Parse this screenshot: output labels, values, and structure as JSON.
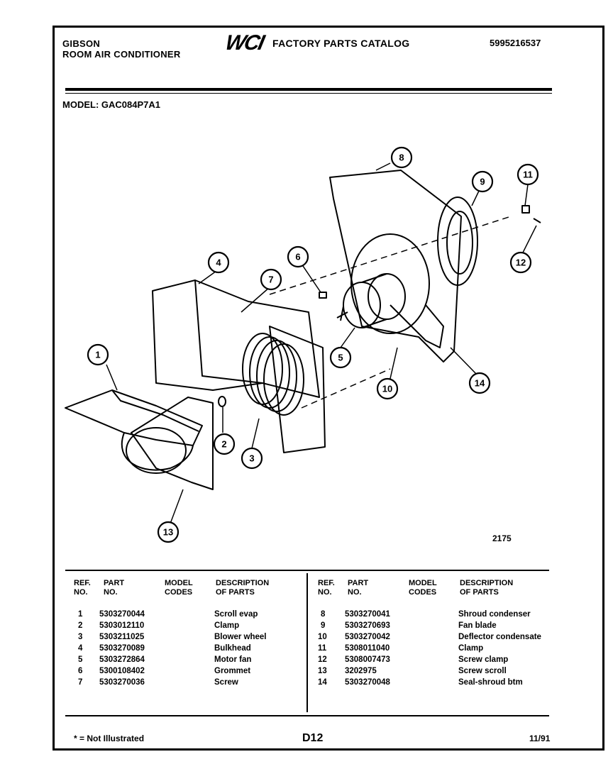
{
  "header": {
    "brand": "GIBSON",
    "product": "ROOM AIR CONDITIONER",
    "logo": "WCI",
    "catalog_title": "FACTORY PARTS CATALOG",
    "catalog_number": "5995216537"
  },
  "model": {
    "label": "MODEL:",
    "value": "GAC084P7A1"
  },
  "figure_number": "2175",
  "callouts": [
    "1",
    "2",
    "3",
    "4",
    "5",
    "6",
    "7",
    "8",
    "9",
    "10",
    "11",
    "12",
    "13",
    "14"
  ],
  "table": {
    "columns": {
      "ref": "REF.\nNO.",
      "part": "PART\nNO.",
      "model_codes": "MODEL\nCODES",
      "description": "DESCRIPTION\nOF PARTS"
    },
    "left": [
      {
        "ref": "1",
        "part": "5303270044",
        "codes": "",
        "desc": "Scroll evap"
      },
      {
        "ref": "2",
        "part": "5303012110",
        "codes": "",
        "desc": "Clamp"
      },
      {
        "ref": "3",
        "part": "5303211025",
        "codes": "",
        "desc": "Blower wheel"
      },
      {
        "ref": "4",
        "part": "5303270089",
        "codes": "",
        "desc": "Bulkhead"
      },
      {
        "ref": "5",
        "part": "5303272864",
        "codes": "",
        "desc": "Motor fan"
      },
      {
        "ref": "6",
        "part": "5300108402",
        "codes": "",
        "desc": "Grommet"
      },
      {
        "ref": "7",
        "part": "5303270036",
        "codes": "",
        "desc": "Screw"
      }
    ],
    "right": [
      {
        "ref": "8",
        "part": "5303270041",
        "codes": "",
        "desc": "Shroud condenser"
      },
      {
        "ref": "9",
        "part": "5303270693",
        "codes": "",
        "desc": "Fan blade"
      },
      {
        "ref": "10",
        "part": "5303270042",
        "codes": "",
        "desc": "Deflector condensate"
      },
      {
        "ref": "11",
        "part": "5308011040",
        "codes": "",
        "desc": "Clamp"
      },
      {
        "ref": "12",
        "part": "5308007473",
        "codes": "",
        "desc": "Screw clamp"
      },
      {
        "ref": "13",
        "part": "3202975",
        "codes": "",
        "desc": "Screw scroll"
      },
      {
        "ref": "14",
        "part": "5303270048",
        "codes": "",
        "desc": "Seal-shroud btm"
      }
    ]
  },
  "footer": {
    "note": "* = Not Illustrated",
    "page": "D12",
    "date": "11/91"
  }
}
